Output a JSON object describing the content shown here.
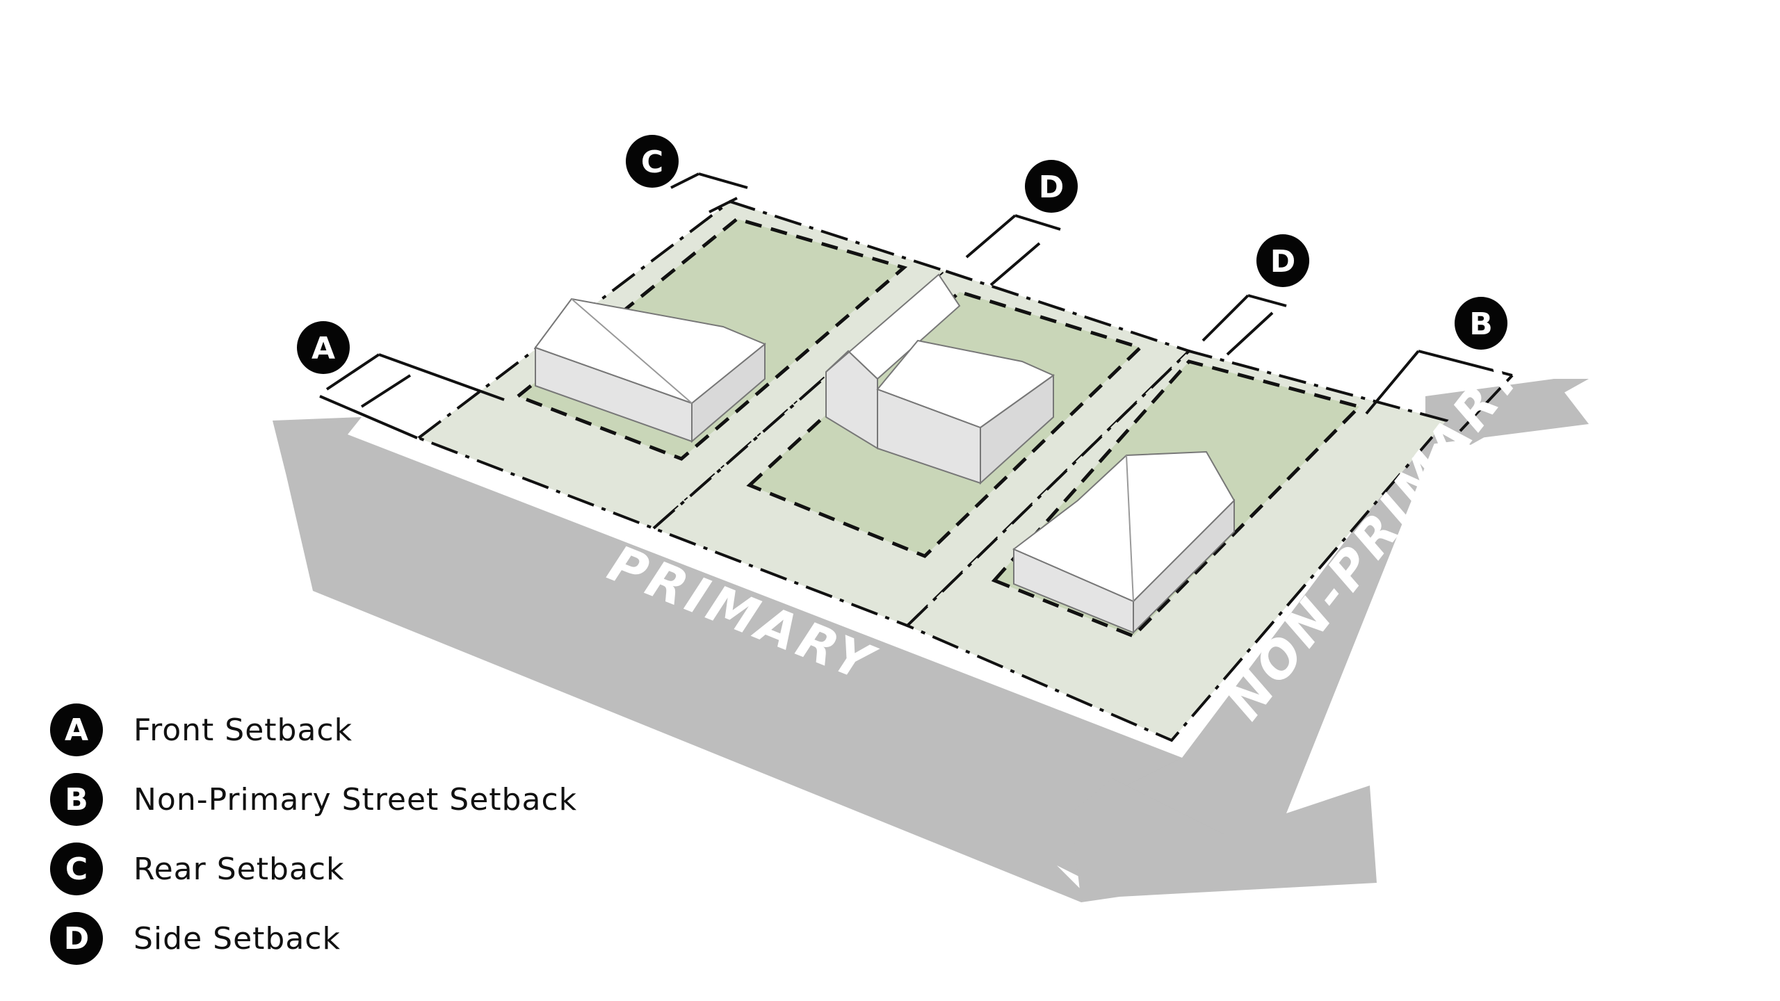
{
  "streets": {
    "primary": "PRIMARY",
    "non_primary": "NON-PRIMARY"
  },
  "markers": [
    {
      "letter": "A",
      "meaning": "Front Setback"
    },
    {
      "letter": "B",
      "meaning": "Non-Primary Street Setback"
    },
    {
      "letter": "C",
      "meaning": "Rear Setback"
    },
    {
      "letter": "D",
      "meaning": "Side Setback"
    },
    {
      "letter": "D",
      "meaning": "Side Setback"
    }
  ],
  "legend": [
    {
      "letter": "A",
      "label": "Front Setback"
    },
    {
      "letter": "B",
      "label": "Non-Primary Street Setback"
    },
    {
      "letter": "C",
      "label": "Rear Setback"
    },
    {
      "letter": "D",
      "label": "Side Setback"
    }
  ],
  "colors": {
    "lot_fill": "#e1e6da",
    "buildable_fill": "#c9d6b8",
    "street_arrow": "#bdbdbd",
    "building_top": "#ffffff",
    "building_side": "#e4e4e4",
    "badge": "#050505"
  }
}
